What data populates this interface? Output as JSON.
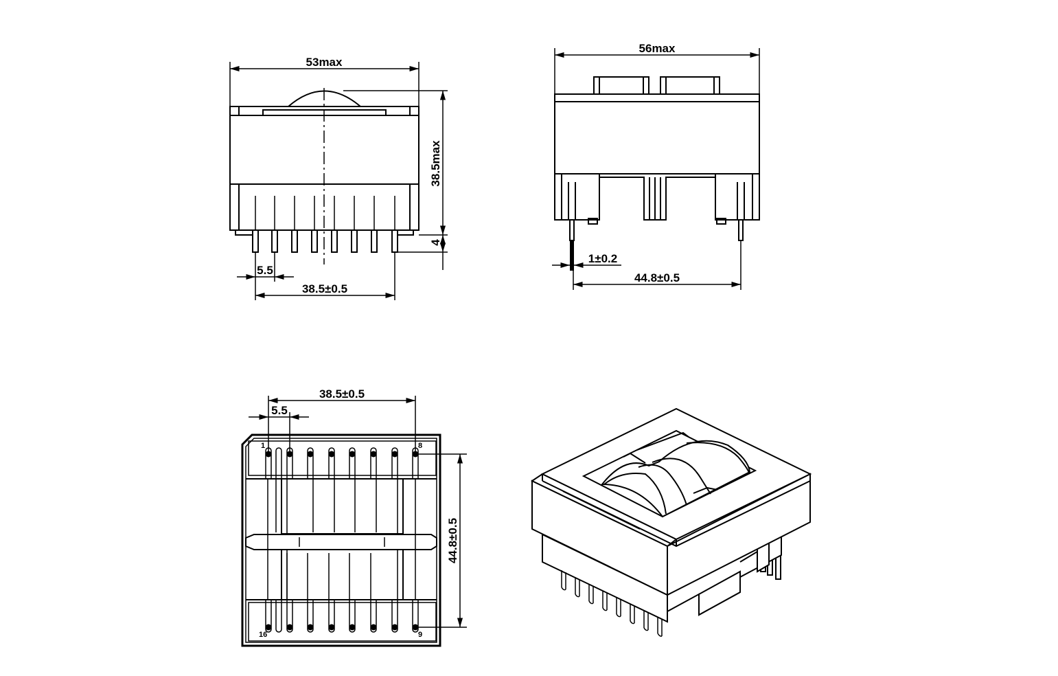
{
  "front_view": {
    "width_label": "53max",
    "height_label": "38.5max",
    "pin_length_label": "4",
    "pitch_label": "5.5",
    "span_label": "38.5±0.5"
  },
  "side_view": {
    "width_label": "56max",
    "pin_thickness_label": "1±0.2",
    "row_spacing_label": "44.8±0.5"
  },
  "bottom_view": {
    "span_label": "38.5±0.5",
    "pitch_label": "5.5",
    "row_spacing_label": "44.8±0.5",
    "pin_1": "1",
    "pin_8": "8",
    "pin_9": "9",
    "pin_16": "16"
  }
}
